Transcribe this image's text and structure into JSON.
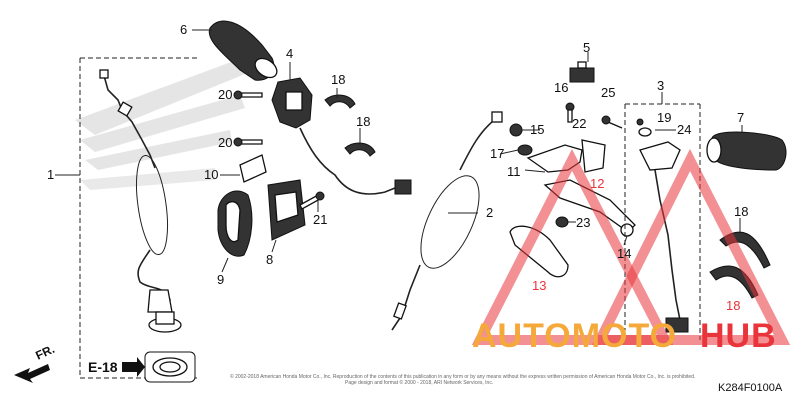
{
  "part_labels": {
    "p1": "1",
    "p2": "2",
    "p3": "3",
    "p4": "4",
    "p5": "5",
    "p6": "6",
    "p7": "7",
    "p8": "8",
    "p9": "9",
    "p10": "10",
    "p11": "11",
    "p12": "12",
    "p13": "13",
    "p14": "14",
    "p15": "15",
    "p16": "16",
    "p17": "17",
    "p18a": "18",
    "p18b": "18",
    "p18c": "18",
    "p18d": "18",
    "p19": "19",
    "p20a": "20",
    "p20b": "20",
    "p21": "21",
    "p22": "22",
    "p23": "23",
    "p24": "24",
    "p25": "25"
  },
  "reference_tag": "E-18",
  "direction_tag": "FR.",
  "diagram_code": "K284F0100A",
  "watermark": {
    "part1": "AUTOMOTO",
    "part2": "HUB"
  },
  "copyright_line1": "© 2002-2018 American Honda Motor Co., Inc. Reproduction of the contents of this publication in any form or by any means without the express written permission of American Honda Motor Co., Inc. is prohibited.",
  "copyright_line2": "Page design and format © 2000 - 2018, ARI Network Services, Inc.",
  "colors": {
    "watermark_orange": "#f4a93a",
    "watermark_red": "#e8343a"
  }
}
